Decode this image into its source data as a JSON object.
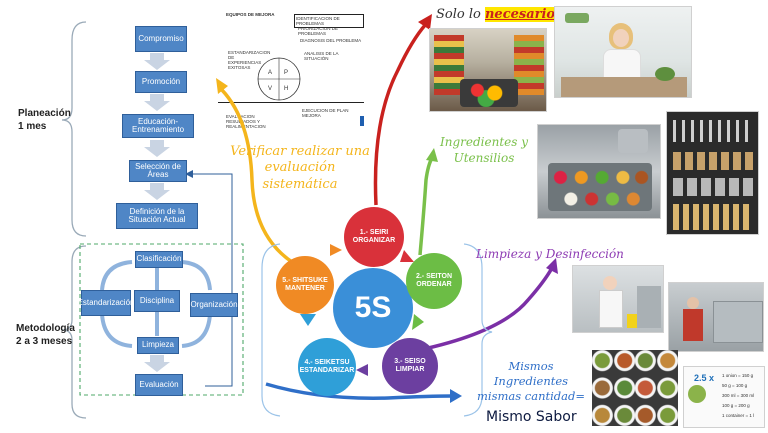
{
  "planeacion": {
    "title": "Planeación",
    "duration": "1 mes"
  },
  "metodologia": {
    "title": "Metodología",
    "duration": "2 a 3 meses"
  },
  "flow": {
    "compromiso": "Compromiso",
    "promocion": "Promoción",
    "educacion": "Educación-Entrenamiento",
    "seleccion": "Selección de Áreas",
    "definicion": "Definición de la Situación Actual",
    "clasificacion": "Clasificación",
    "estandarizacion": "Estandarización",
    "disciplina": "Disciplina",
    "organizacion": "Organización",
    "limpieza": "Limpieza",
    "evaluacion": "Evaluación"
  },
  "equipos": {
    "title": "EQUIPOS DE MEJORA",
    "items": [
      "IDENTIFICACION DE PROBLEMAS",
      "PRIORIZACION DE PROBLEMAS",
      "DIAGNOSIS DEL PROBLEMA",
      "ANALISIS DE LA SITUACIÓN"
    ],
    "left": "ESTANDARIZACION DE EXPERIENCIAS EXITOSAS",
    "quadrants": [
      "A",
      "P",
      "V",
      "H"
    ],
    "bottom_left": "EVALUACION RESULTADOS Y REALIMENTACION",
    "bottom_right": "EJECUCION DE PLAN MEJORA"
  },
  "annotations": {
    "solo_prefix": "Solo lo ",
    "solo_highlight": "necesario",
    "verificar": "Verificar realizar una evaluación sistemática",
    "ingredientes": "Ingredientes y Utensilios",
    "limpieza": "Limpieza y Desinfección",
    "mismos": "Mismos Ingredientes mismas cantidad=",
    "mismo_sabor": "Mismo Sabor"
  },
  "center": {
    "label": "5S",
    "color": "#3a8fd8"
  },
  "steps": [
    {
      "line1": "1.- SEIRI",
      "line2": "ORGANIZAR",
      "color": "#d9313a"
    },
    {
      "line1": "2.- SEITON",
      "line2": "ORDENAR",
      "color": "#6cbd45"
    },
    {
      "line1": "3.- SEISO",
      "line2": "LIMPIAR",
      "color": "#6c3fa0"
    },
    {
      "line1": "4.- SEIKETSU",
      "line2": "ESTANDARIZAR",
      "color": "#2f9fd8"
    },
    {
      "line1": "5.- SHITSUKE",
      "line2": "MANTENER",
      "color": "#f08a24"
    }
  ],
  "recipe": {
    "scale": "2.5 x",
    "lines": [
      "1 onion = 150 g",
      "50 g = 100 g",
      "300 ml = 300 ml",
      "100 g = 200 g",
      "1 container = 1 l"
    ]
  }
}
